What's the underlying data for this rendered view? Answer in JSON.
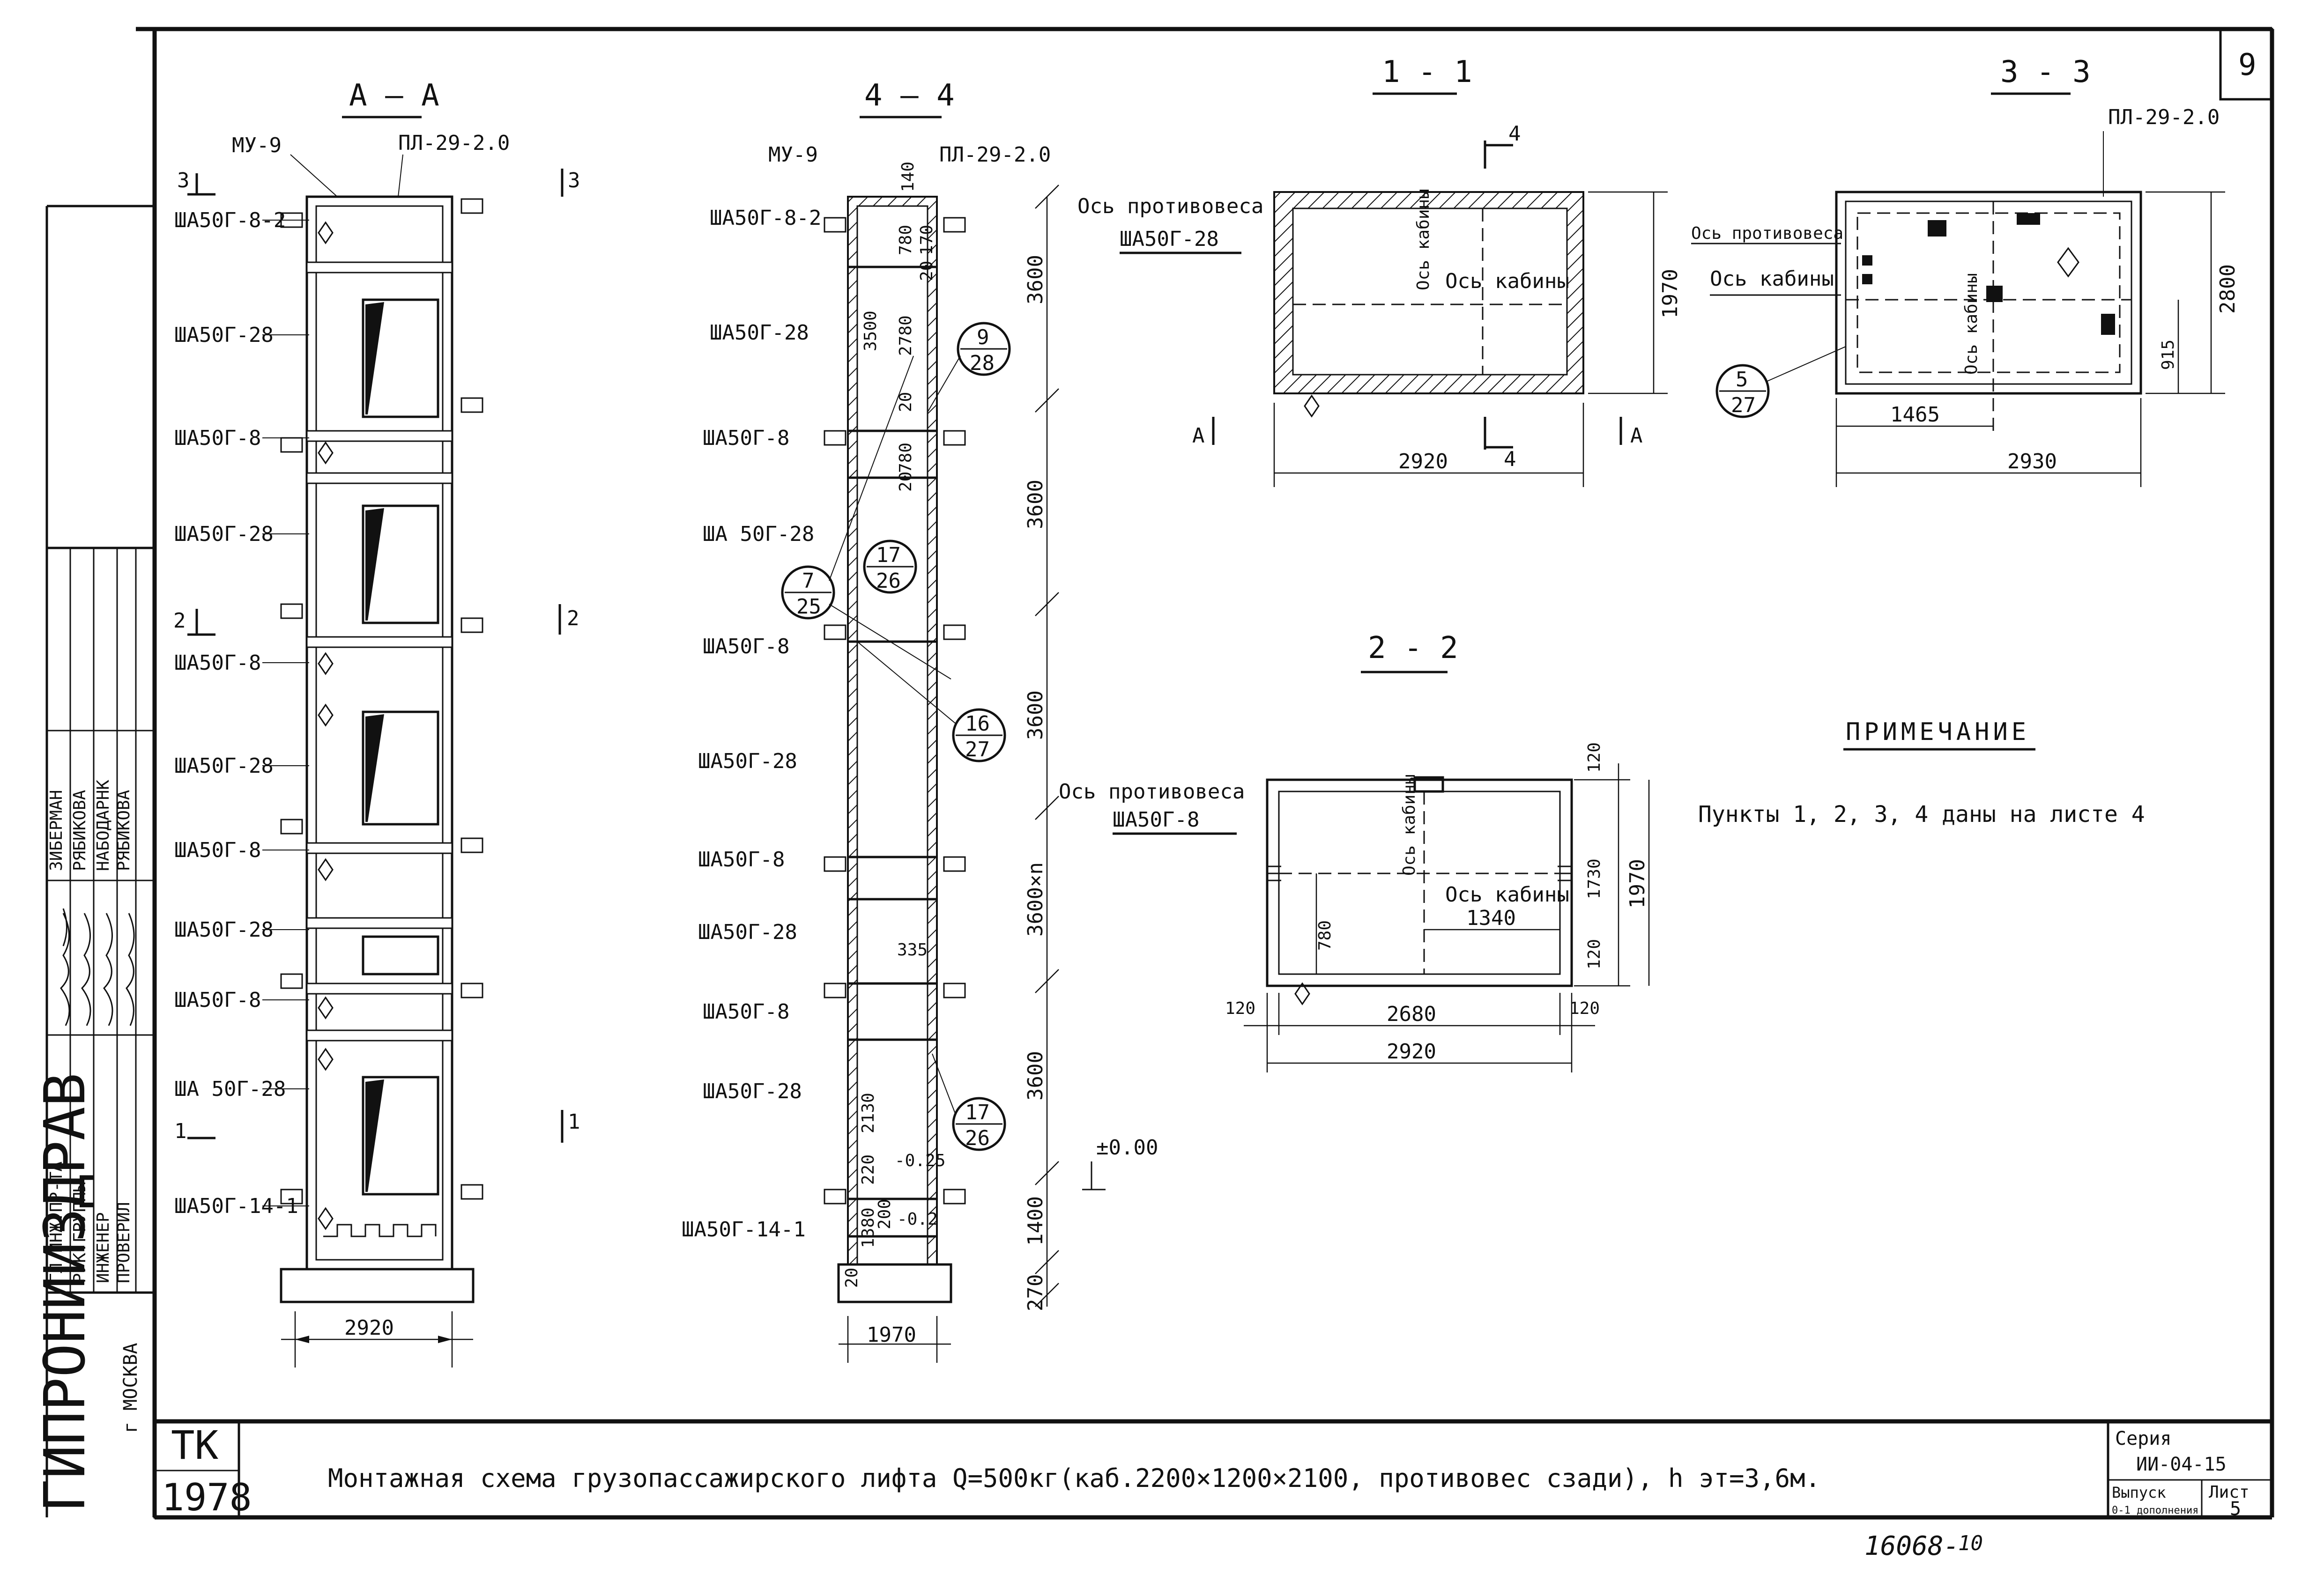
{
  "sheet": {
    "page_number": "9",
    "org_name": "ГИПРОНИИЗДРАВ",
    "org_city": "г МОСКВА",
    "tk_label": "ТК",
    "tk_year": "1978",
    "title": "Монтажная схема грузопассажирского лифта Q=500кг(каб.2200×1200×2100, противовес сзади), h эт=3,6м.",
    "series_label": "Серия",
    "series_value": "ИИ-04-15",
    "issue_label": "Выпуск",
    "issue_value": "0-1 дополнения",
    "sheet_label": "Лист",
    "sheet_value": "5",
    "archive_no": "16068-",
    "archive_sub": "10"
  },
  "signatures": {
    "roles": [
      "ГЛ.ИНЖ.ПР-ТА",
      "РУК.ГРУППЫ",
      "ИНЖЕНЕР",
      "ПРОВЕРИЛ"
    ],
    "names": [
      "ЗИБЕРМАН",
      "РЯБИКОВА",
      "НАБОДАРНК",
      "РЯБИКОВА"
    ]
  },
  "note": {
    "heading": "ПРИМЕЧАНИЕ",
    "text": "Пункты 1, 2, 3, 4 даны на листе 4"
  },
  "sections": {
    "aa": {
      "title": "А – А",
      "mark_top_left": "МУ-9",
      "mark_top_right": "ПЛ-29-2.0",
      "cut_3_left": "3",
      "cut_3_right": "3",
      "cut_2_left": "2",
      "cut_2_right": "2",
      "cut_1_left": "1",
      "cut_1_right": "1",
      "labels": [
        "ША50Г-8-2",
        "ША50Г-28",
        "ША50Г-8",
        "ША50Г-28",
        "ША50Г-8",
        "ША50Г-28",
        "ША50Г-8",
        "ША50Г-28",
        "ША50Г-8",
        "ША 50Г-28",
        "ША50Г-14-1"
      ],
      "dim_width": "2920"
    },
    "s44": {
      "title": "4 – 4",
      "mark_top_left": "МУ-9",
      "mark_top_right": "ПЛ-29-2.0",
      "top_140": "140",
      "labels": [
        "ША50Г-8-2",
        "ША50Г-28",
        "ША50Г-8",
        "ША 50Г-28",
        "ША50Г-8",
        "ША50Г-28",
        "ША50Г-8",
        "ША50Г-28",
        "ША50Г-8",
        "ША50Г-28",
        "ША50Г-14-1"
      ],
      "inner_dims": [
        "780",
        "170",
        "20",
        "3500",
        "2780",
        "20",
        "780",
        "20",
        "335",
        "2130",
        "220",
        "-0.25",
        "1380",
        "200",
        "-0.2",
        "20"
      ],
      "right_dims": [
        "3600",
        "3600",
        "3600",
        "3600×n",
        "3600",
        "1400",
        "270"
      ],
      "level": "±0.00",
      "dim_width": "1970",
      "callouts": [
        {
          "top": "9",
          "bottom": "28"
        },
        {
          "top": "17",
          "bottom": "26"
        },
        {
          "top": "7",
          "bottom": "25"
        },
        {
          "top": "16",
          "bottom": "27"
        },
        {
          "top": "17",
          "bottom": "26"
        }
      ]
    },
    "s11": {
      "title": "1 - 1",
      "axis_cw": "Ось противовеса",
      "axis_cw_mark": "ША50Г-28",
      "axis_cab_v": "Ось кабины",
      "axis_cab": "Ось кабины",
      "cut_4": "4",
      "cut_a": "А",
      "dim_h": "1970",
      "dim_w": "2920"
    },
    "s33": {
      "title": "3 - 3",
      "mark": "ПЛ-29-2.0",
      "axis_cw": "Ось противовеса",
      "axis_cab": "Ось кабины",
      "axis_cab_v": "Ось кабины",
      "callout": {
        "top": "5",
        "bottom": "27"
      },
      "dim_h": "2800",
      "dim_915": "915",
      "dim_1465": "1465",
      "dim_w": "2930"
    },
    "s22": {
      "title": "2 - 2",
      "axis_cw": "Ось противовеса",
      "axis_cw_mark": "ША50Г-8",
      "axis_cab_v": "Ось кабины",
      "axis_cab": "Ось кабины",
      "dims": [
        "120",
        "1730",
        "1970",
        "120",
        "1340",
        "780",
        "120",
        "2680",
        "120",
        "2920"
      ]
    }
  }
}
